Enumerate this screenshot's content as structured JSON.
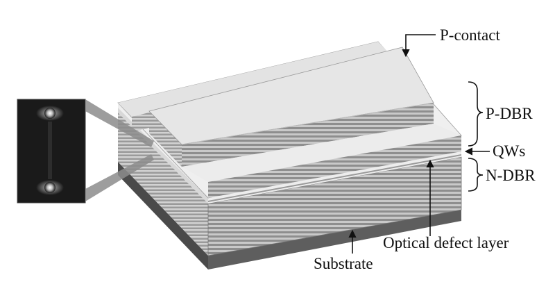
{
  "labels": {
    "p_contact": "P-contact",
    "p_dbr": "P-DBR",
    "qws": "QWs",
    "n_dbr": "N-DBR",
    "optical_defect_layer": "Optical defect layer",
    "substrate": "Substrate"
  },
  "colors": {
    "contact_top": "#e9e9e9",
    "dbr_light": "#cfcfcf",
    "dbr_dark": "#8e8e8e",
    "substrate_side": "#6f6f6f",
    "substrate_front": "#5a5a5a",
    "inset_bg": "#1a1a1a"
  },
  "icons": {
    "arrowhead": "arrowhead-icon"
  }
}
